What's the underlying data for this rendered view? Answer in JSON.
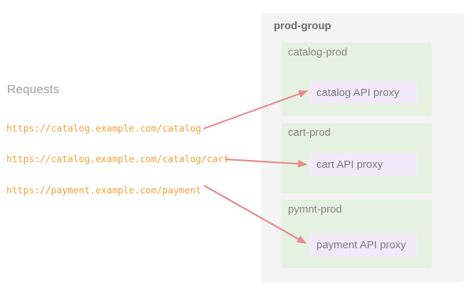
{
  "colors": {
    "arrow": "#e9898c",
    "url_text": "#f6a03c",
    "group_bg": "#f4f4f4",
    "env_bg": "#e5f2e2",
    "proxy_bg": "#f2eaf8",
    "group_title_text": "#6b6b6b",
    "env_label_text": "#868686",
    "proxy_label_text": "#7a7a7a",
    "requests_text": "#9c9c9c"
  },
  "left": {
    "requests_label": "Requests",
    "urls": [
      {
        "text": "https://catalog.example.com/catalog"
      },
      {
        "text": "https://catalog.example.com/catalog/cart"
      },
      {
        "text": "https://payment.example.com/payment"
      }
    ]
  },
  "group": {
    "title": "prod-group",
    "environments": [
      {
        "name": "catalog-prod",
        "proxy": "catalog API proxy"
      },
      {
        "name": "cart-prod",
        "proxy": "cart API proxy"
      },
      {
        "name": "pymnt-prod",
        "proxy": "payment API proxy"
      }
    ]
  },
  "arrows": [
    {
      "from": "https://catalog.example.com/catalog",
      "to": "catalog API proxy"
    },
    {
      "from": "https://catalog.example.com/catalog/cart",
      "to": "cart API proxy"
    },
    {
      "from": "https://payment.example.com/payment",
      "to": "payment API proxy"
    }
  ]
}
